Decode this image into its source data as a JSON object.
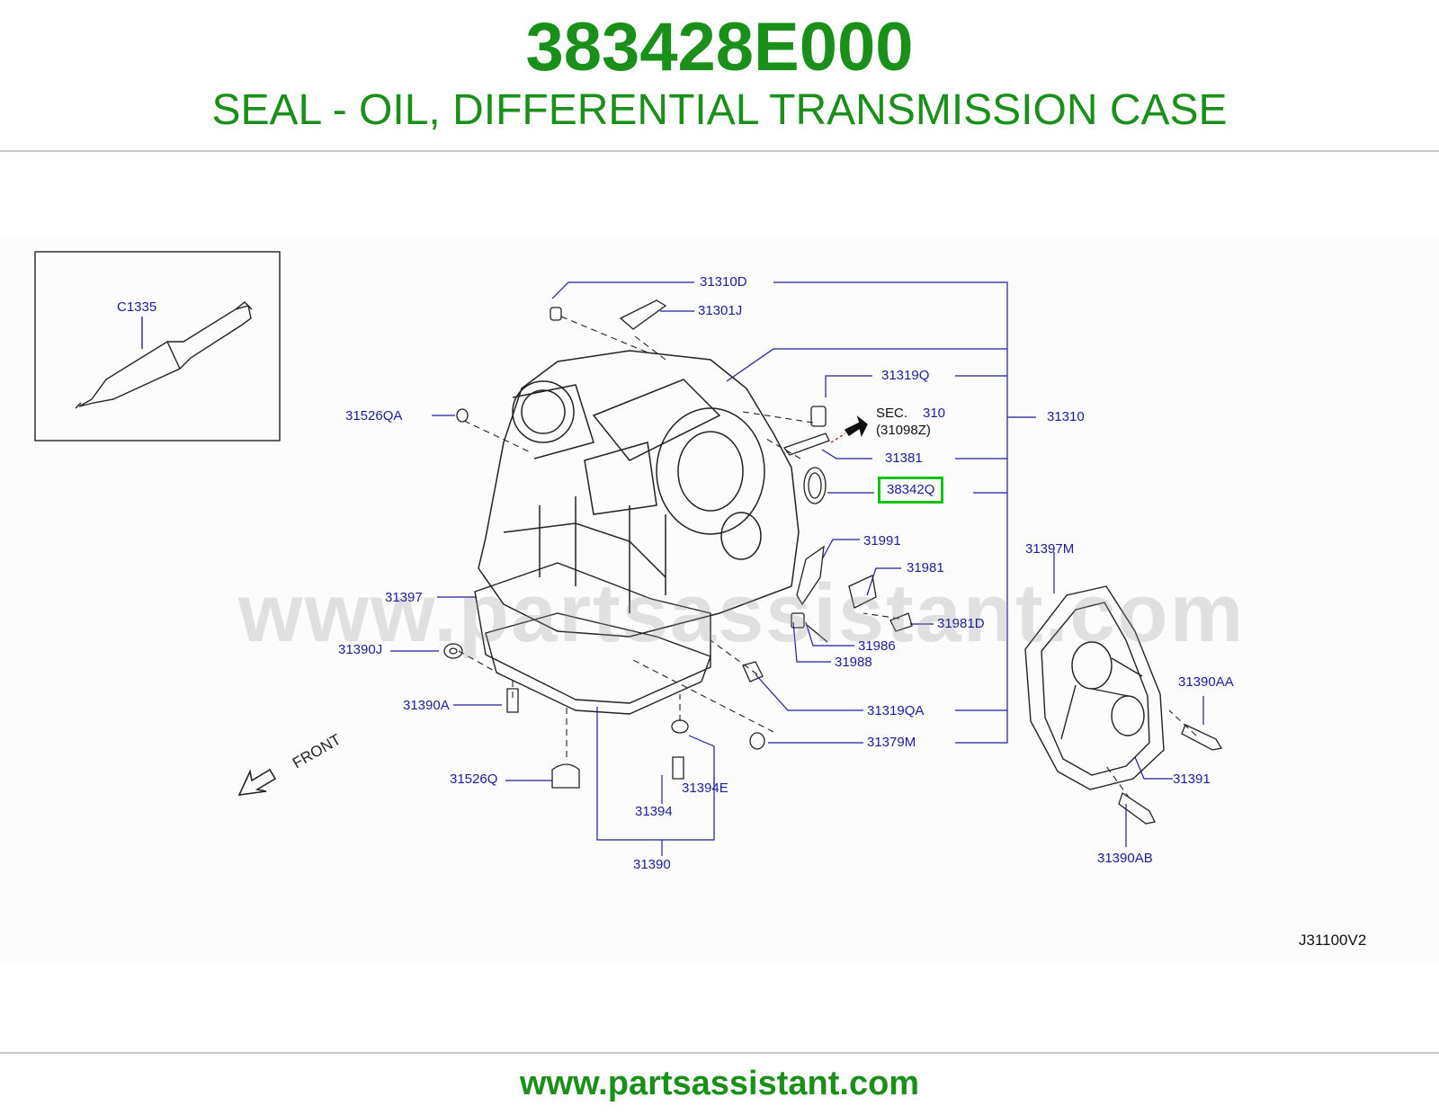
{
  "header": {
    "part_number": "383428E000",
    "description": "SEAL - OIL, DIFFERENTIAL TRANSMISSION CASE"
  },
  "diagram": {
    "callouts": {
      "c1335": "C1335",
      "p31310d": "31310D",
      "p31301j": "31301J",
      "p31319q": "31319Q",
      "sec_label": "SEC.",
      "sec_num": "310",
      "sec_ref": "(31098Z)",
      "p31310": "31310",
      "p31526qa": "31526QA",
      "p31381": "31381",
      "p38342q": "38342Q",
      "p31991": "31991",
      "p31981": "31981",
      "p31397m": "31397M",
      "p31397": "31397",
      "p31981d": "31981D",
      "p31986": "31986",
      "p31988": "31988",
      "p31390j": "31390J",
      "p31390aa": "31390AA",
      "p31390a": "31390A",
      "p31319qa": "31319QA",
      "p31379m": "31379M",
      "p31391": "31391",
      "p31526q": "31526Q",
      "p31394e": "31394E",
      "p31394": "31394",
      "p31390ab": "31390AB",
      "p31390": "31390"
    },
    "front_label": "FRONT",
    "figure_code": "J31100V2",
    "watermark": "www.partsassistant.com",
    "highlight_color": "#12c212"
  },
  "footer": {
    "url": "www.partsassistant.com"
  },
  "colors": {
    "brand_green": "#1a8f1a",
    "callout_blue": "#1c1c9c"
  }
}
